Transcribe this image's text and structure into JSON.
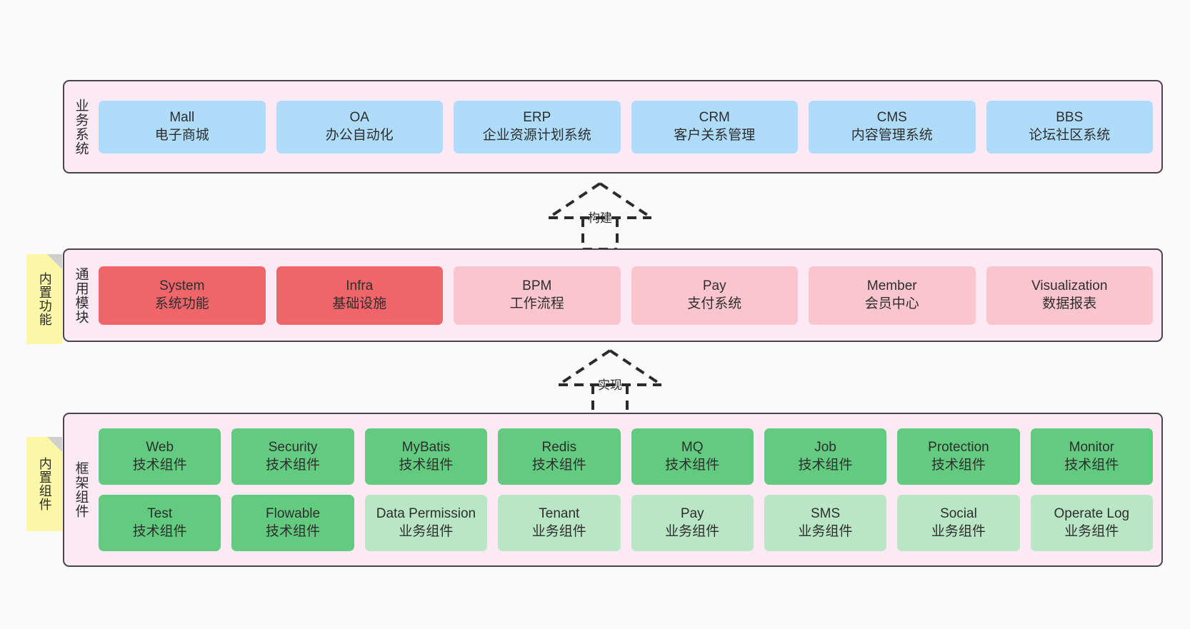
{
  "diagram": {
    "background_color": "#fafafa",
    "panel_color": "#fbeaf4",
    "panel_border_color": "#4a4349",
    "note_color": "#fbf7a6"
  },
  "layers": {
    "business": {
      "title": "业务系统",
      "accent": "#afdcfa",
      "items": [
        {
          "en": "Mall",
          "cn": "电子商城"
        },
        {
          "en": "OA",
          "cn": "办公自动化"
        },
        {
          "en": "ERP",
          "cn": "企业资源计划系统"
        },
        {
          "en": "CRM",
          "cn": "客户关系管理"
        },
        {
          "en": "CMS",
          "cn": "内容管理系统"
        },
        {
          "en": "BBS",
          "cn": "论坛社区系统"
        }
      ]
    },
    "modules": {
      "title": "通用模块",
      "note": "内置功能",
      "accent_primary": "#f0656a",
      "accent_secondary": "#fbc5cd",
      "items": [
        {
          "en": "System",
          "cn": "系统功能",
          "tone": "red"
        },
        {
          "en": "Infra",
          "cn": "基础设施",
          "tone": "red"
        },
        {
          "en": "BPM",
          "cn": "工作流程",
          "tone": "pink"
        },
        {
          "en": "Pay",
          "cn": "支付系统",
          "tone": "pink"
        },
        {
          "en": "Member",
          "cn": "会员中心",
          "tone": "pink"
        },
        {
          "en": "Visualization",
          "cn": "数据报表",
          "tone": "pink"
        }
      ]
    },
    "framework": {
      "title": "框架组件",
      "note": "内置组件",
      "accent_primary": "#62cb7f",
      "accent_secondary": "#b9e6c4",
      "row1": [
        {
          "en": "Web",
          "cn": "技术组件",
          "tone": "green"
        },
        {
          "en": "Security",
          "cn": "技术组件",
          "tone": "green"
        },
        {
          "en": "MyBatis",
          "cn": "技术组件",
          "tone": "green"
        },
        {
          "en": "Redis",
          "cn": "技术组件",
          "tone": "green"
        },
        {
          "en": "MQ",
          "cn": "技术组件",
          "tone": "green"
        },
        {
          "en": "Job",
          "cn": "技术组件",
          "tone": "green"
        },
        {
          "en": "Protection",
          "cn": "技术组件",
          "tone": "green"
        },
        {
          "en": "Monitor",
          "cn": "技术组件",
          "tone": "green"
        }
      ],
      "row2": [
        {
          "en": "Test",
          "cn": "技术组件",
          "tone": "green"
        },
        {
          "en": "Flowable",
          "cn": "技术组件",
          "tone": "green"
        },
        {
          "en": "Data Permission",
          "cn": "业务组件",
          "tone": "lightgreen"
        },
        {
          "en": "Tenant",
          "cn": "业务组件",
          "tone": "lightgreen"
        },
        {
          "en": "Pay",
          "cn": "业务组件",
          "tone": "lightgreen"
        },
        {
          "en": "SMS",
          "cn": "业务组件",
          "tone": "lightgreen"
        },
        {
          "en": "Social",
          "cn": "业务组件",
          "tone": "lightgreen"
        },
        {
          "en": "Operate Log",
          "cn": "业务组件",
          "tone": "lightgreen"
        }
      ]
    }
  },
  "connectors": [
    {
      "id": "build",
      "label": "构建",
      "style": "dashed-hollow-triangle",
      "direction": "up"
    },
    {
      "id": "realize",
      "label": "实现",
      "style": "dashed-hollow-triangle",
      "direction": "up"
    }
  ]
}
